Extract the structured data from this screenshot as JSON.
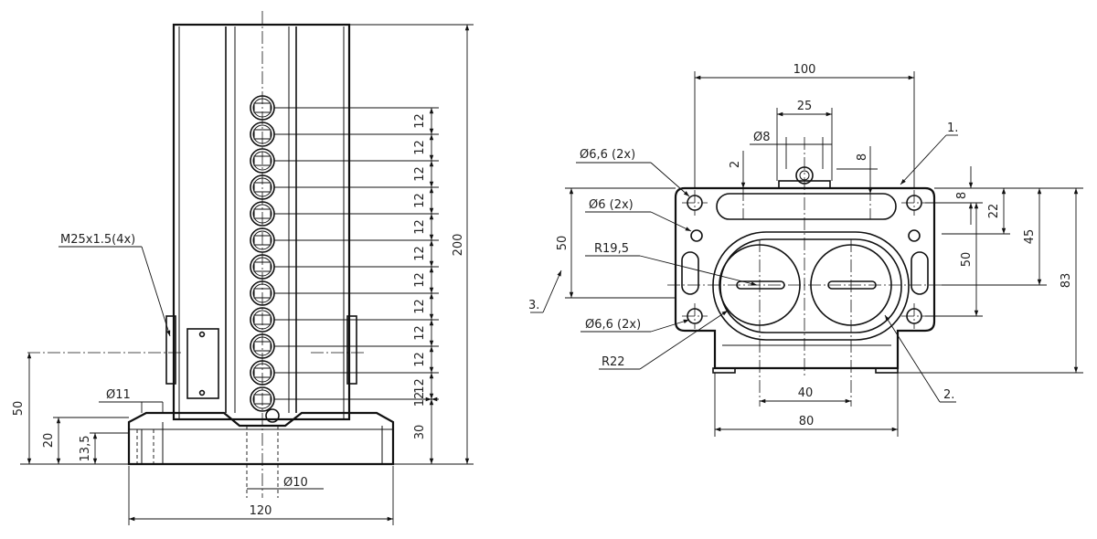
{
  "front_view": {
    "thread_label": "M25x1.5(4x)",
    "hole_small_label": "Ø11",
    "hole_bottom_label": "Ø10",
    "dim_height": "200",
    "dim_width": "120",
    "dim_mount_height": "50",
    "dim_20": "20",
    "dim_13_5": "13,5",
    "dim_30": "30",
    "pitch_label": "12"
  },
  "top_view": {
    "dim_100": "100",
    "dim_25": "25",
    "dim_phi8": "Ø8",
    "dim_2": "2",
    "dim_8_top": "8",
    "dim_8_right": "8",
    "dim_22": "22",
    "dim_45": "45",
    "dim_50_right": "50",
    "dim_83": "83",
    "dim_50_left": "50",
    "dim_40": "40",
    "dim_80": "80",
    "hole_66_top": "Ø6,6 (2x)",
    "hole_6": "Ø6 (2x)",
    "r195": "R19,5",
    "hole_66_bottom": "Ø6,6 (2x)",
    "r22": "R22",
    "callout_1": "1.",
    "callout_2": "2.",
    "callout_3": "3."
  }
}
